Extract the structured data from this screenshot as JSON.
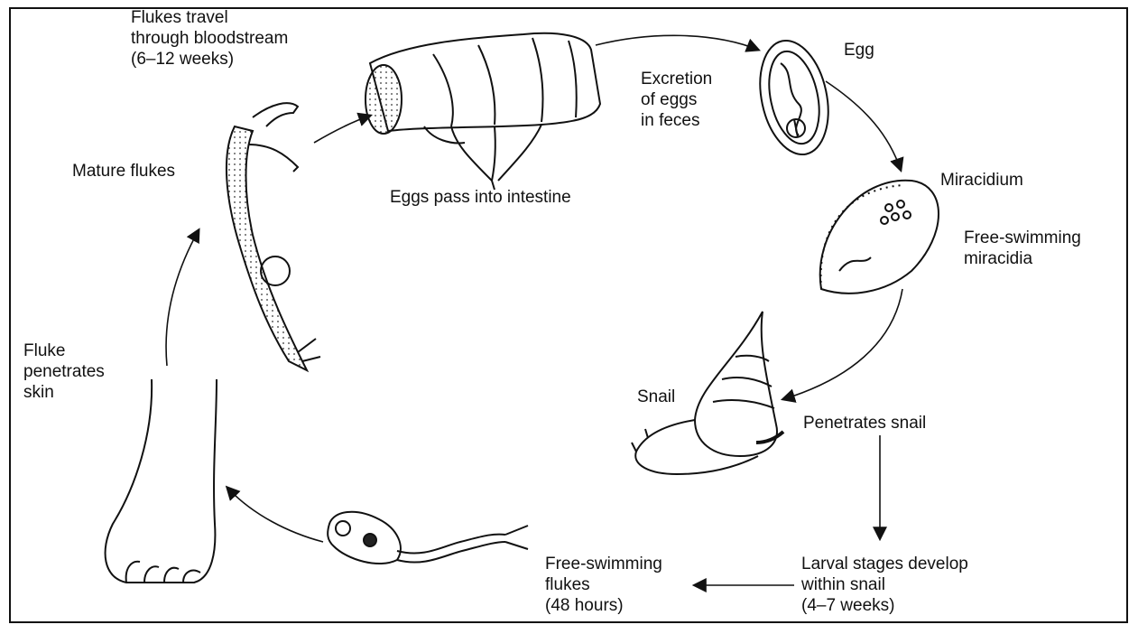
{
  "labels": {
    "flukes_travel": "Flukes travel\nthrough bloodstream\n(6–12 weeks)",
    "mature_flukes": "Mature flukes",
    "eggs_intestine": "Eggs pass into intestine",
    "excretion": "Excretion\nof eggs\nin feces",
    "egg": "Egg",
    "miracidium": "Miracidium",
    "free_miracidia": "Free-swimming\nmiracidia",
    "snail": "Snail",
    "penetrates_snail": "Penetrates snail",
    "larval": "Larval stages develop\nwithin snail\n(4–7 weeks)",
    "free_flukes": "Free-swimming\nflukes\n(48 hours)",
    "fluke_skin": "Fluke\npenetrates\nskin"
  }
}
